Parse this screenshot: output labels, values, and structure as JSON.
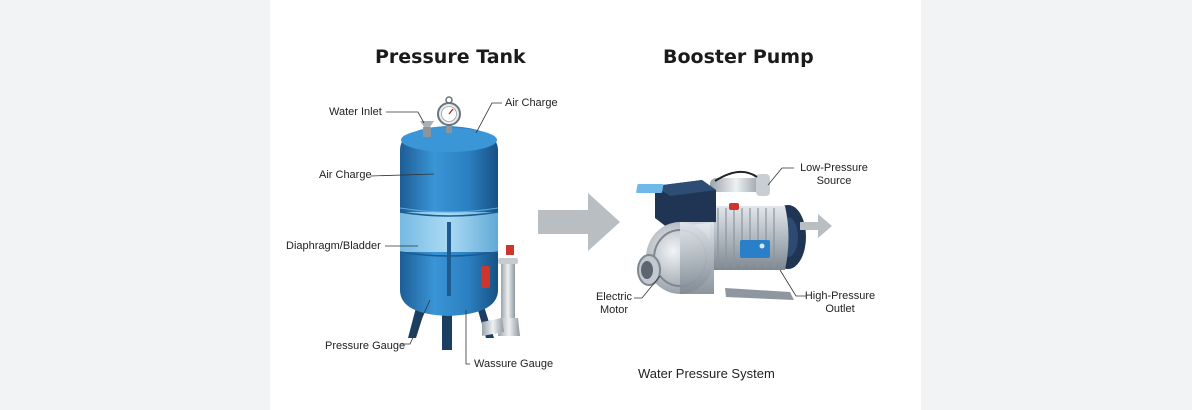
{
  "titles": {
    "left": "Pressure Tank",
    "right": "Booster Pump"
  },
  "tank_labels": {
    "water_inlet": "Water Inlet",
    "air_charge_top": "Air Charge",
    "air_charge_side": "Air Charge",
    "diaphragm": "Diaphragm/Bladder",
    "pressure_gauge": "Pressure Gauge",
    "wassure_gauge": "Wassure Gauge"
  },
  "pump_labels": {
    "low_pressure_line1": "Low-Pressure",
    "low_pressure_line2": "Source",
    "electric_line1": "Electric",
    "electric_line2": "Motor",
    "high_pressure_line1": "High-Pressure",
    "high_pressure_line2": "Outlet"
  },
  "caption": "Water Pressure System",
  "colors": {
    "tank_blue": "#2f86c8",
    "tank_dark": "#1f5f97",
    "arrow_gray": "#b9bec3",
    "pump_navy": "#1f3553",
    "motor_silver": "#b8bec5"
  }
}
